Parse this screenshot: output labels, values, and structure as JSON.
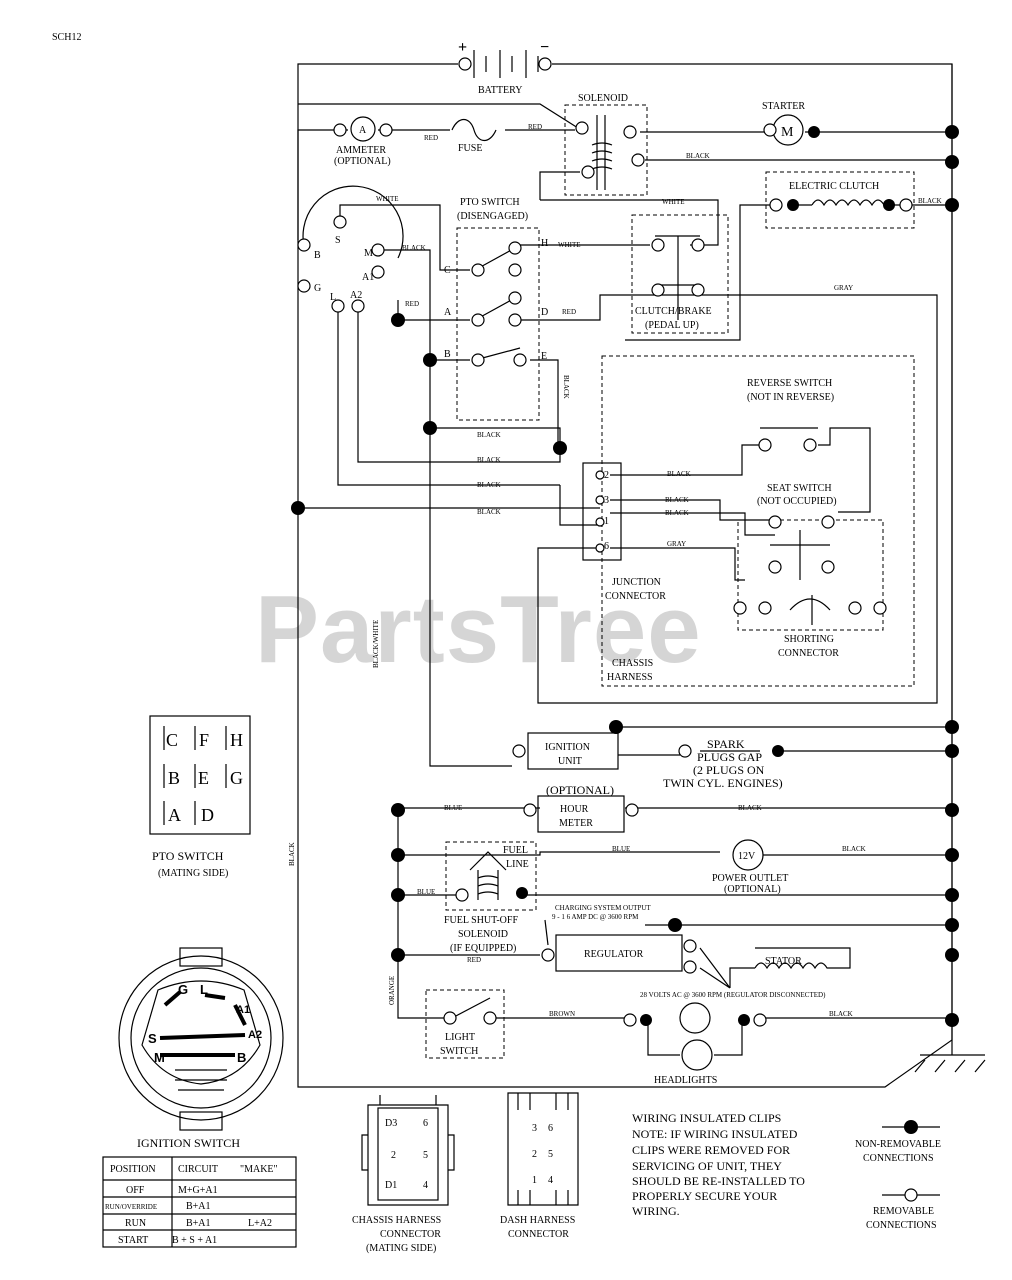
{
  "page_code": "SCH12",
  "watermark": "PartsTree",
  "battery": {
    "label": "BATTERY",
    "plus": "+",
    "minus": "−"
  },
  "solenoid": "SOLENOID",
  "starter": {
    "label": "STARTER",
    "symbol": "M"
  },
  "ammeter": {
    "symbol": "A",
    "line1": "AMMETER",
    "line2": "(OPTIONAL)"
  },
  "fuse": "FUSE",
  "electric_clutch": "ELECTRIC CLUTCH",
  "pto_switch": {
    "line1": "PTO SWITCH",
    "line2": "(DISENGAGED)",
    "terms": [
      "C",
      "H",
      "A",
      "D",
      "B",
      "E"
    ]
  },
  "clutch_brake": {
    "line1": "CLUTCH/BRAKE",
    "line2": "(PEDAL UP)"
  },
  "ignition_terms": [
    "S",
    "M",
    "B",
    "A1",
    "G",
    "L",
    "A2"
  ],
  "reverse_switch": {
    "line1": "REVERSE SWITCH",
    "line2": "(NOT IN REVERSE)"
  },
  "seat_switch": {
    "line1": "SEAT SWITCH",
    "line2": "(NOT OCCUPIED)"
  },
  "junction_connector": {
    "line1": "JUNCTION",
    "line2": "CONNECTOR",
    "pins": [
      "2",
      "3",
      "1",
      "6"
    ]
  },
  "chassis_harness": {
    "line1": "CHASSIS",
    "line2": "HARNESS"
  },
  "shorting_connector": {
    "line1": "SHORTING",
    "line2": "CONNECTOR"
  },
  "wire_labels": {
    "red": "RED",
    "black": "BLACK",
    "white": "WHITE",
    "gray": "GRAY",
    "blue": "BLUE",
    "black_white": "BLACK/WHITE",
    "orange": "ORANGE",
    "brown": "BROWN"
  },
  "ignition_unit": {
    "line1": "IGNITION",
    "line2": "UNIT"
  },
  "spark_plugs": {
    "line1": "SPARK",
    "line2": "PLUGS GAP",
    "line3": "(2 PLUGS ON",
    "line4": "TWIN CYL. ENGINES)"
  },
  "hour_meter": {
    "line0": "(OPTIONAL)",
    "line1": "HOUR",
    "line2": "METER"
  },
  "power_outlet": {
    "symbol": "12V",
    "line1": "POWER OUTLET",
    "line2": "(OPTIONAL)"
  },
  "fuel_line": {
    "line1": "FUEL",
    "line2": "LINE"
  },
  "fuel_solenoid": {
    "line1": "FUEL SHUT-OFF",
    "line2": "SOLENOID",
    "line3": "(IF EQUIPPED)"
  },
  "charging": {
    "line1": "CHARGING SYSTEM OUTPUT",
    "line2": "9 - 1 6 AMP DC @ 3600 RPM"
  },
  "regulator": "REGULATOR",
  "stator": "STATOR",
  "stator_volts": "28 VOLTS AC @ 3600 RPM (REGULATOR DISCONNECTED)",
  "light_switch": {
    "line1": "LIGHT",
    "line2": "SWITCH"
  },
  "headlights": "HEADLIGHTS",
  "pto_mating": {
    "grid": [
      [
        "C",
        "F",
        "H"
      ],
      [
        "B",
        "E",
        "G"
      ],
      [
        "A",
        "D",
        ""
      ]
    ],
    "line1": "PTO SWITCH",
    "line2": "(MATING SIDE)"
  },
  "ignition_switch_face": {
    "title": "IGNITION SWITCH",
    "letters": [
      "G",
      "L",
      "A1",
      "S",
      "A2",
      "M",
      "B"
    ]
  },
  "ignition_table": {
    "headers": [
      "POSITION",
      "CIRCUIT",
      "\"MAKE\""
    ],
    "rows": [
      [
        "OFF",
        "M+G+A1",
        ""
      ],
      [
        "RUN/OVERRIDE",
        "B+A1",
        ""
      ],
      [
        "RUN",
        "B+A1",
        "L+A2"
      ],
      [
        "START",
        "B + S + A1",
        ""
      ]
    ]
  },
  "chassis_connector": {
    "pins": [
      "D3",
      "6",
      "2",
      "5",
      "D1",
      "4"
    ],
    "line1": "CHASSIS HARNESS",
    "line2": "CONNECTOR",
    "line3": "(MATING SIDE)"
  },
  "dash_connector": {
    "pins": [
      "6",
      "3",
      "5",
      "2",
      "4",
      "1"
    ],
    "line1": "DASH HARNESS",
    "line2": "CONNECTOR"
  },
  "note": {
    "lines": [
      "WIRING INSULATED CLIPS",
      "NOTE: IF WIRING INSULATED",
      "CLIPS WERE REMOVED FOR",
      "SERVICING OF UNIT, THEY",
      "SHOULD BE RE-INSTALLED TO",
      "PROPERLY SECURE YOUR",
      "WIRING."
    ]
  },
  "legend": {
    "non_removable": [
      "NON-REMOVABLE",
      "CONNECTIONS"
    ],
    "removable": [
      "REMOVABLE",
      "CONNECTIONS"
    ]
  }
}
